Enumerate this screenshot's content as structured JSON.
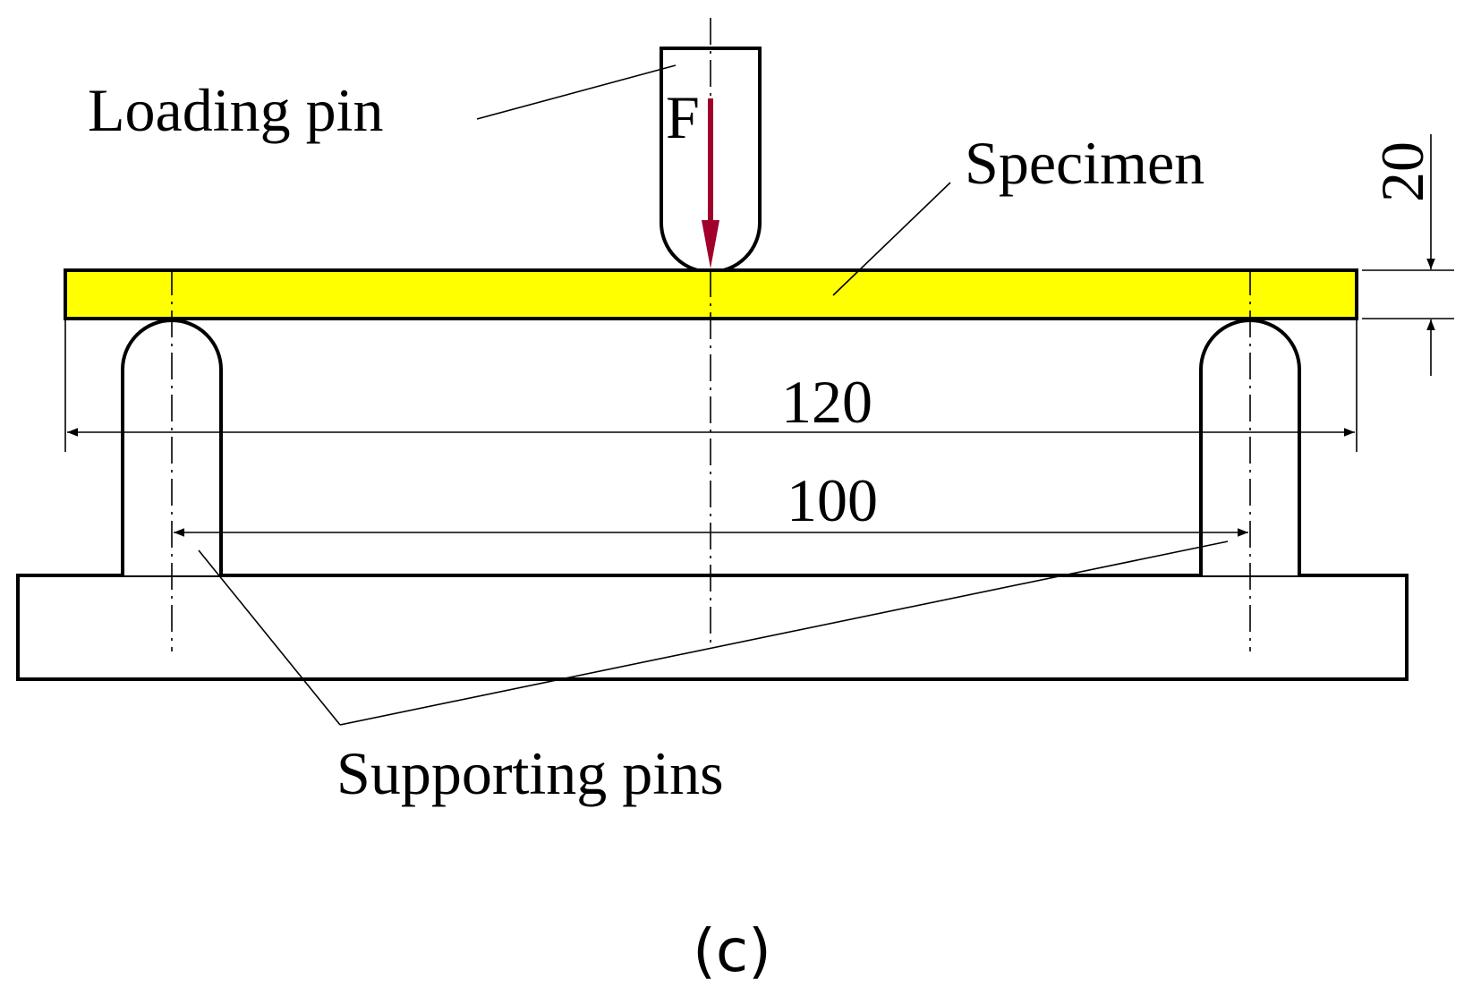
{
  "figure": {
    "labels": {
      "loading_pin": "Loading pin",
      "specimen": "Specimen",
      "supporting_pins": "Supporting pins",
      "force": "F"
    },
    "dimensions": {
      "overall_length": "120",
      "support_span": "100",
      "thickness": "20"
    },
    "panel_label": "(c)",
    "colors": {
      "specimen_fill": "#FFFF00",
      "force_arrow": "#A0002A",
      "line": "#000000"
    }
  }
}
